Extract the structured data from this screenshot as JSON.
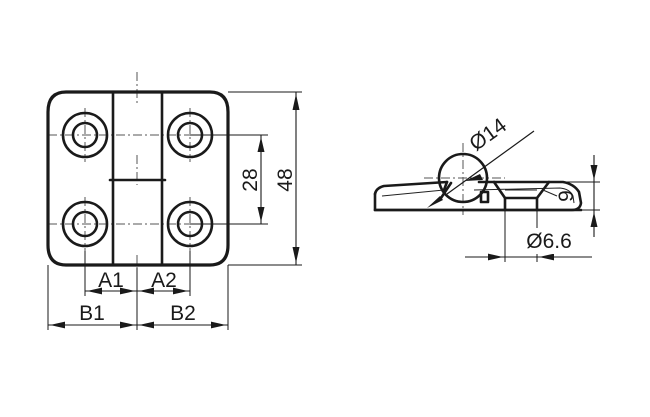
{
  "drawing": {
    "title": "Hinge technical drawing",
    "background_color": "#ffffff",
    "line_color": "#1a1a1a",
    "views": {
      "front": {
        "name": "front-view",
        "description": "Square hinge plate with four countersunk mounting holes and central knuckle"
      },
      "side": {
        "name": "side-view",
        "description": "Side profile of hinge showing knuckle barrel and countersunk hole"
      }
    },
    "dimensions": {
      "height_overall": "48",
      "hole_spacing_vertical": "28",
      "width_left_inner": "A1",
      "width_right_inner": "A2",
      "width_left_outer": "B1",
      "width_right_outer": "B2",
      "knuckle_diameter": "Ø14",
      "hole_diameter": "Ø6.6",
      "thickness": "9"
    }
  }
}
